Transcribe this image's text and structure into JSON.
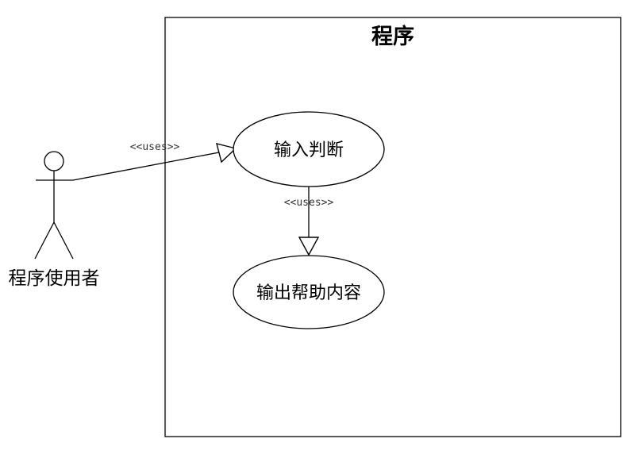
{
  "system": {
    "title": "程序"
  },
  "actor": {
    "label": "程序使用者"
  },
  "use_cases": {
    "input_check": "输入判断",
    "output_help": "输出帮助内容"
  },
  "relations": {
    "actor_to_input": "<<uses>>",
    "input_to_output": "<<uses>>"
  },
  "colors": {
    "stroke": "#000000",
    "background": "#ffffff"
  }
}
